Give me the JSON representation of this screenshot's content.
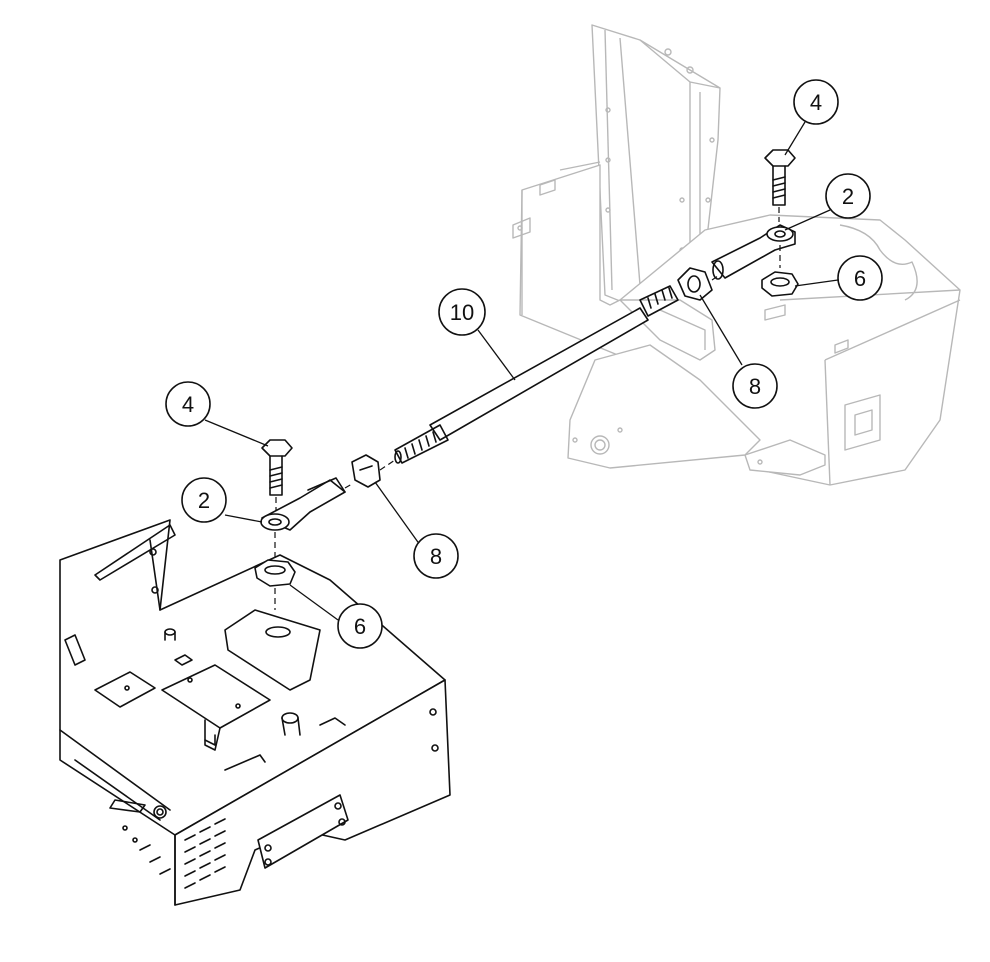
{
  "callouts": [
    {
      "id": "c4_right",
      "label": "4"
    },
    {
      "id": "c2_right",
      "label": "2"
    },
    {
      "id": "c6_right",
      "label": "6"
    },
    {
      "id": "c8_right",
      "label": "8"
    },
    {
      "id": "c10",
      "label": "10"
    },
    {
      "id": "c4_left",
      "label": "4"
    },
    {
      "id": "c2_left",
      "label": "2"
    },
    {
      "id": "c8_left",
      "label": "8"
    },
    {
      "id": "c6_left",
      "label": "6"
    }
  ],
  "colors": {
    "ink": "#111111",
    "ghost": "#b8b8b8",
    "background": "#ffffff"
  }
}
